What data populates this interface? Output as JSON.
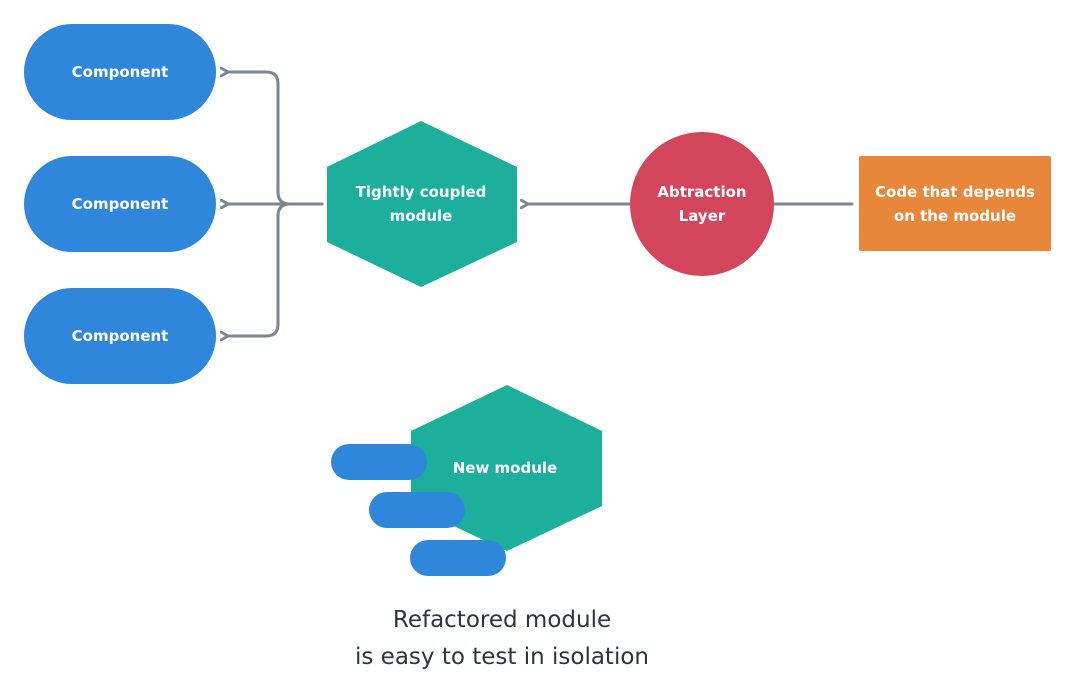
{
  "colors": {
    "component": "#2f87db",
    "module": "#1caf9b",
    "abstraction": "#d2455a",
    "code": "#e8873a",
    "connector": "#7d8794",
    "caption": "#2b3440"
  },
  "components": [
    {
      "label": "Component"
    },
    {
      "label": "Component"
    },
    {
      "label": "Component"
    }
  ],
  "tightly_coupled": {
    "line1": "Tightly coupled",
    "line2": "module"
  },
  "abstraction": {
    "line1": "Abtraction",
    "line2": "Layer"
  },
  "code": {
    "line1": "Code that depends",
    "line2": "on the module"
  },
  "new_module": {
    "label": "New module"
  },
  "caption": {
    "line1": "Refactored module",
    "line2": "is easy to test in isolation"
  }
}
